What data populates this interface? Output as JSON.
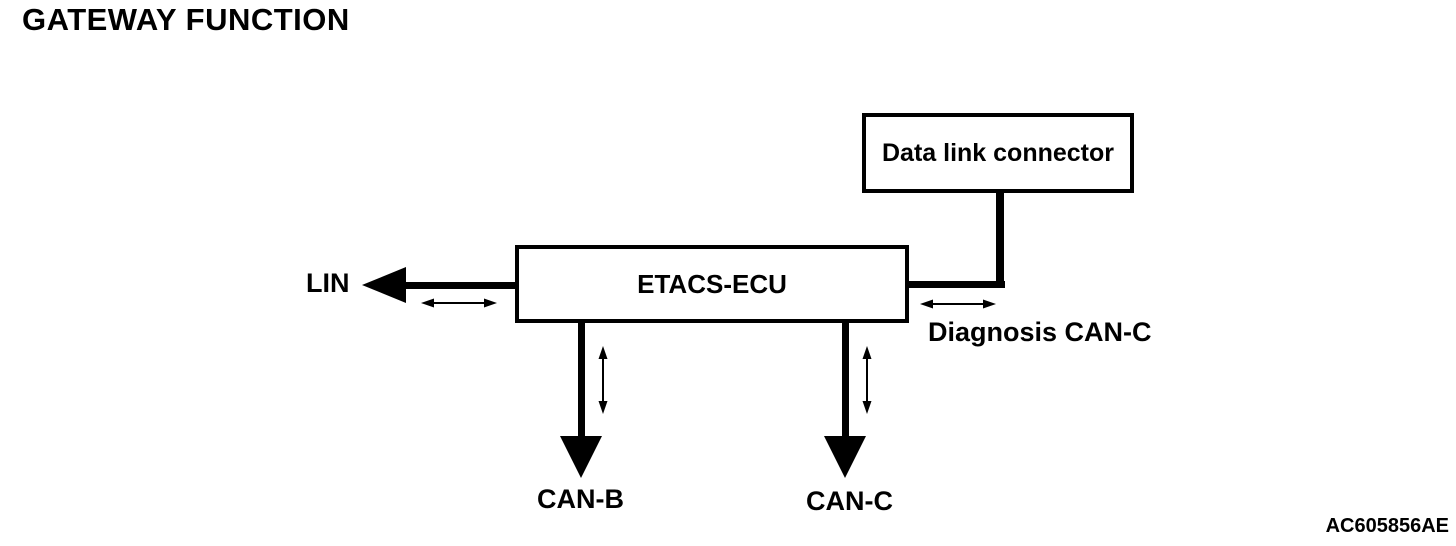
{
  "page": {
    "title": "GATEWAY FUNCTION",
    "figure_code": "AC605856AE",
    "colors": {
      "line": "#000000",
      "background": "#ffffff"
    }
  },
  "diagram": {
    "nodes": [
      {
        "id": "data-link-connector",
        "label": "Data link connector"
      },
      {
        "id": "etacs-ecu",
        "label": "ETACS-ECU"
      }
    ],
    "bus_labels": {
      "lin": "LIN",
      "can_b": "CAN-B",
      "can_c": "CAN-C",
      "diagnosis_can_c": "Diagnosis CAN-C"
    }
  }
}
